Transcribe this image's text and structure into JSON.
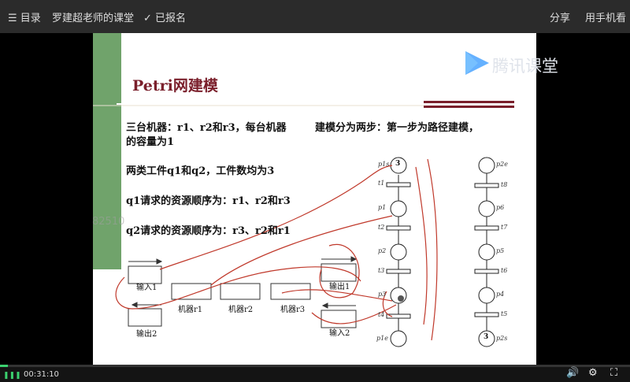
{
  "topbar": {
    "menu_icon": "menu-icon",
    "menu_label": "目录",
    "course_title": "罗建超老师的课堂",
    "check_icon": "check-icon",
    "enrolled_label": "已报名",
    "share_label": "分享",
    "mobile_label": "用手机看"
  },
  "watermark": {
    "id_text": "82510",
    "logo_text": "腾讯课堂"
  },
  "slide": {
    "title": "Petri网建模",
    "line1": "三台机器：r1、r2和r3，每台机器",
    "line1b": "建模分为两步：第一步为路径建模，",
    "line2": "的容量为1",
    "line3": "两类工件q1和q2，工件数均为3",
    "line4": "q1请求的资源顺序为：r1、r2和r3",
    "line5": "q2请求的资源顺序为：r3、r2和r1",
    "labels": {
      "input1": "输入1",
      "output1": "输出1",
      "input2": "输入2",
      "output2": "输出2",
      "machine1": "机器r1",
      "machine2": "机器r2",
      "machine3": "机器r3"
    },
    "net_left": {
      "places": [
        "p1s",
        "p1",
        "p2",
        "p3",
        "p1e"
      ],
      "transitions": [
        "t1",
        "t2",
        "t3",
        "t4"
      ],
      "start_tokens": "3"
    },
    "net_right": {
      "places": [
        "p2e",
        "p6",
        "p5",
        "p4",
        "p2s"
      ],
      "transitions": [
        "t8",
        "t7",
        "t6",
        "t5"
      ],
      "start_tokens": "3"
    }
  },
  "player": {
    "progress_fraction": 0.012,
    "time": "00:31:10",
    "volume_icon": "volume-icon",
    "settings_icon": "gear-icon",
    "fullscreen_icon": "fullscreen-icon",
    "colors": {
      "progress": "#3bd16f",
      "title": "#7a1f2b",
      "green_bar": "#70a36b"
    }
  }
}
